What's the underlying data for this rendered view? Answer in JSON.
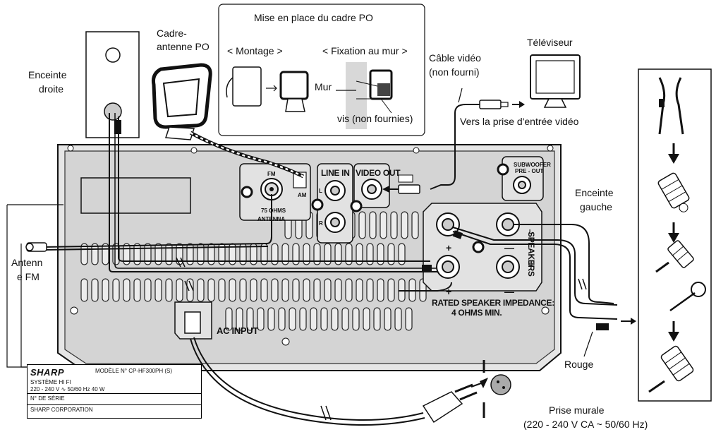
{
  "labels": {
    "mise_en_place": "Mise en place du cadre PO",
    "montage": "< Montage >",
    "fixation": "< Fixation au mur >",
    "mur": "Mur",
    "vis": "vis (non fournies)",
    "cadre_line1": "Cadre-",
    "cadre_line2": "antenne PO",
    "enceinte_droite_1": "Enceinte",
    "enceinte_droite_2": "droite",
    "cable_video_1": "Câble vidéo",
    "cable_video_2": "(non fourni)",
    "televiseur": "Téléviseur",
    "vers_prise": "Vers la prise d'entrée vidéo",
    "enceinte_gauche_1": "Enceinte",
    "enceinte_gauche_2": "gauche",
    "antenne_fm_1": "Antenn",
    "antenne_fm_2": "e FM",
    "rouge": "Rouge",
    "prise_murale_1": "Prise  murale",
    "prise_murale_2": "(220 - 240 V CA ~ 50/60 Hz)"
  },
  "panel": {
    "fm": "FM",
    "am": "AM",
    "ohms75": "75 OHMS",
    "antenna": "ANTENNA",
    "line_in": "LINE IN",
    "video_out": "VIDEO OUT",
    "l": "L",
    "r": "R",
    "subwoofer_1": "SUBWOOFER",
    "subwoofer_2": "PRE - OUT",
    "speakers": "SPEAKERS",
    "plus": "+",
    "minus": "—",
    "rated_1": "RATED SPEAKER IMPEDANCE:",
    "rated_2": "4 OHMS MIN.",
    "ac_input": "AC INPUT"
  },
  "plate": {
    "brand": "SHARP",
    "model": "MODÈLE N° CP-HF300PH (S)",
    "system": "SYSTÈME HI FI",
    "power": "220 - 240 V ∿ 50/60 Hz    40 W",
    "serial": "N° DE SÉRIE",
    "corp": "SHARP CORPORATION"
  }
}
